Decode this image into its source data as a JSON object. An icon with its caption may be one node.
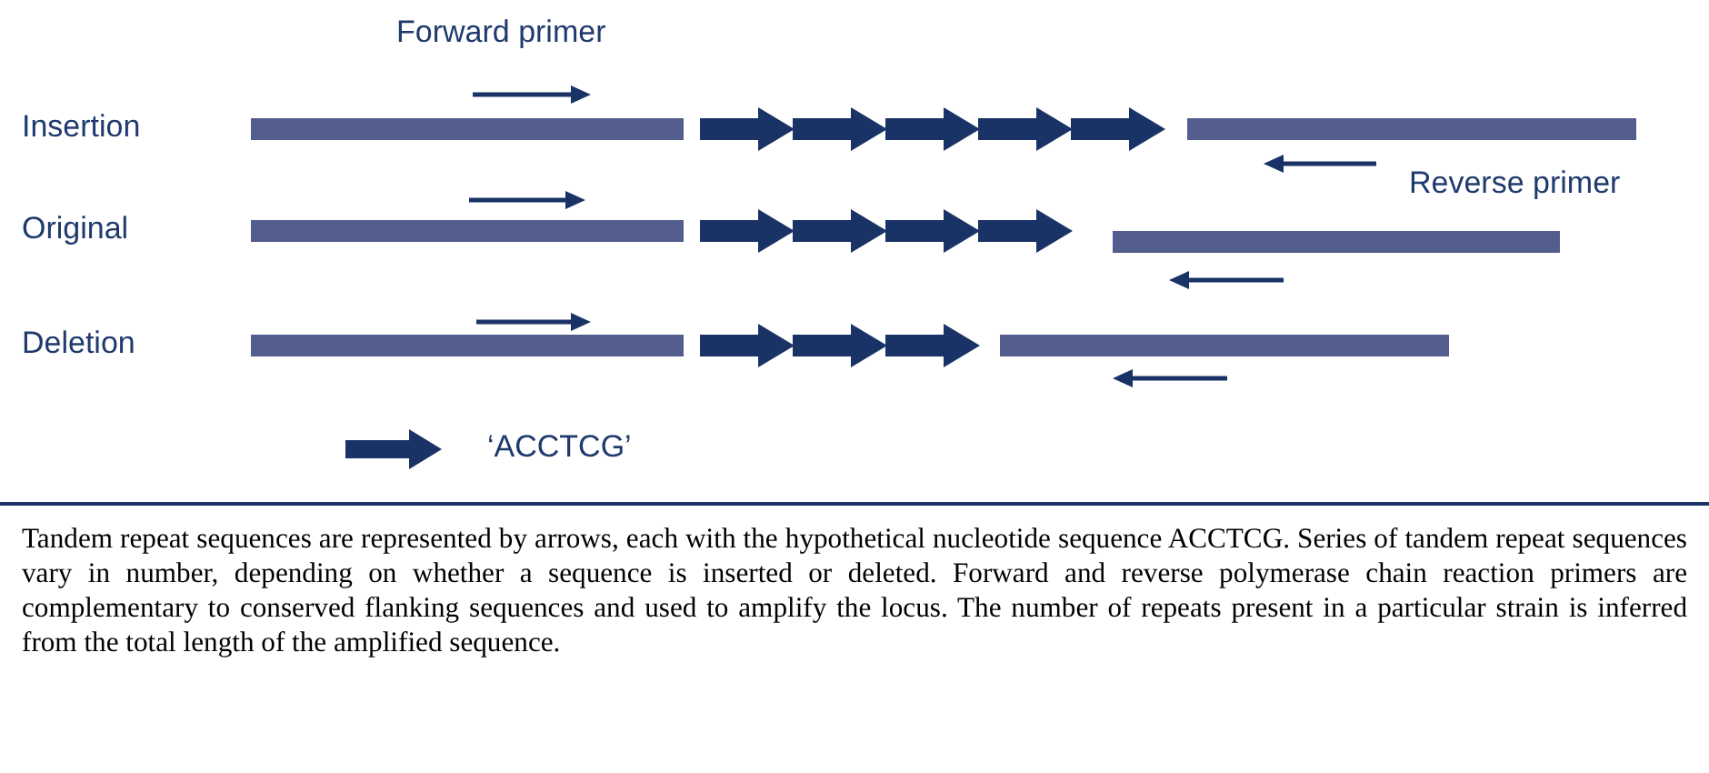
{
  "diagram": {
    "caption": "Tandem repeat sequences are represented by arrows, each with the hypothetical nucleotide sequence ACCTCG. Series of tandem repeat sequences vary in number, depending on whether a sequence is inserted or deleted. Forward and reverse polymerase chain reaction primers are complementary to conserved flanking sequences and used to amplify the locus. The number of repeats present in a particular strain is inferred from the total length of the amplified sequence.",
    "labels": [
      "Forward primer",
      "Insertion",
      "Reverse primer",
      "Original",
      "Deletion"
    ],
    "legend": [
      {
        "text": "‘ACCTCG’"
      }
    ]
  }
}
